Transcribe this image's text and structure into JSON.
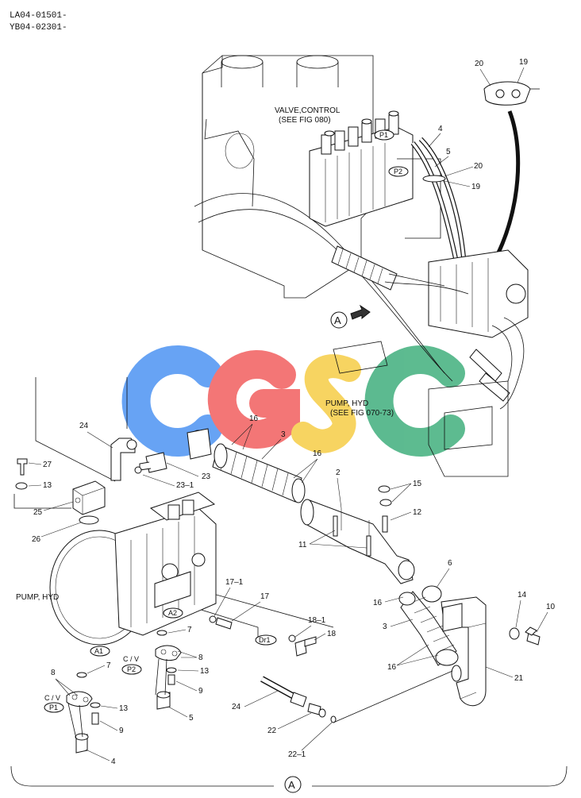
{
  "header": {
    "serial_1": "LA04-01501-",
    "serial_2": "YB04-02301-"
  },
  "annotations": {
    "valve_control": "VALVE,CONTROL",
    "valve_control_ref": "(SEE FIG 080)",
    "pump_hyd": "PUMP, HYD",
    "pump_hyd_ref": "(SEE FIG 070-73)",
    "pump_hyd_main": "PUMP, HYD",
    "view_marker": "A",
    "cv": "C / V"
  },
  "ports": {
    "p1": "P1",
    "p2": "P2",
    "a1": "A1",
    "a2": "A2",
    "dr1": "Dr1"
  },
  "watermark": {
    "letters": [
      "C",
      "G",
      "S",
      "C"
    ],
    "colors": [
      "#5b9cf4",
      "#f26b6b",
      "#f7d154",
      "#4fb587"
    ]
  },
  "callouts": {
    "n2": "2",
    "n3a": "3",
    "n3b": "3",
    "n4a": "4",
    "n4b": "4",
    "n5a": "5",
    "n5b": "5",
    "n6": "6",
    "n7a": "7",
    "n7b": "7",
    "n8a": "8",
    "n8b": "8",
    "n9a": "9",
    "n9b": "9",
    "n10": "10",
    "n11": "11",
    "n12": "12",
    "n13a": "13",
    "n13b": "13",
    "n13c": "13",
    "n14": "14",
    "n15": "15",
    "n16a": "16",
    "n16b": "16",
    "n16c": "16",
    "n16d": "16",
    "n17": "17",
    "n17_1": "17–1",
    "n18": "18",
    "n18_1": "18–1",
    "n19a": "19",
    "n19b": "19",
    "n20a": "20",
    "n20b": "20",
    "n21": "21",
    "n22": "22",
    "n22_1": "22–1",
    "n23": "23",
    "n23_1": "23–1",
    "n24a": "24",
    "n24b": "24",
    "n25": "25",
    "n26": "26",
    "n27": "27"
  }
}
